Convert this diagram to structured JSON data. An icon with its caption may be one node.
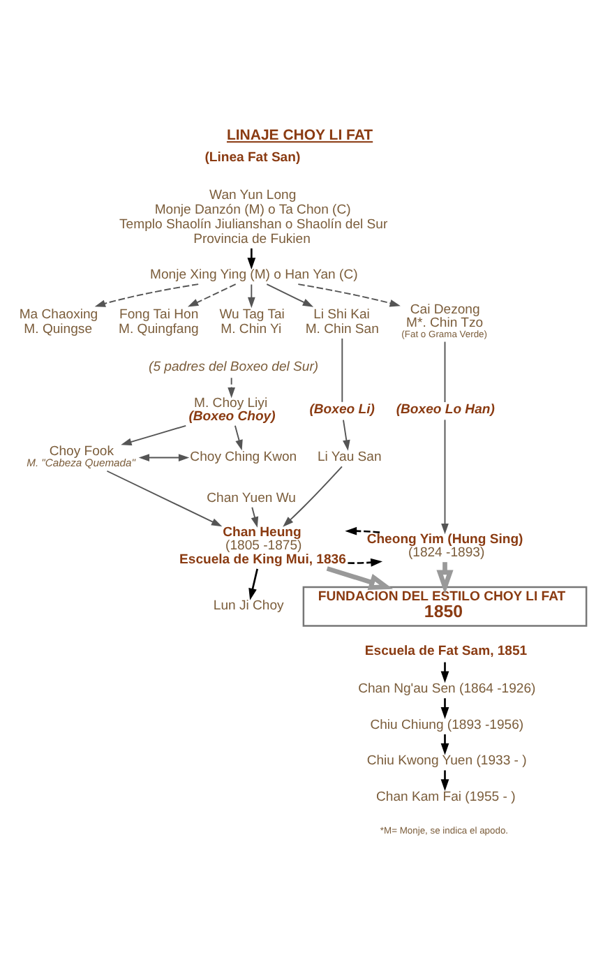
{
  "diagram": {
    "title": "LINAJE CHOY LI FAT",
    "nodes": [
      {
        "text": [
          "Wan Yun Long",
          "Monje Danzón (M) o Ta Chon (C)",
          "Templo Shaolín Jiulianshan o Shaolín del Sur",
          "Provincia de Fukien"
        ]
      },
      {
        "text": [
          "Monje Xing Ying (M) o Han Yan (C)"
        ]
      },
      {
        "text": [
          "Ma Chaoxing",
          "M. Quingse"
        ]
      },
      {
        "text": [
          "Fong Tai Hon",
          "M. Quingfang"
        ]
      },
      {
        "text": [
          "Wu Tag Tai",
          "M. Chin Yi"
        ]
      },
      {
        "text": [
          "Li Shi Kai",
          "M. Chin San"
        ]
      },
      {
        "text": [
          "Cai Dezong",
          "M*. Chin Tzo",
          "(Fat o Grama Verde)"
        ]
      },
      {
        "text": [
          "(5 padres del Boxeo del Sur)"
        ]
      },
      {
        "text": [
          "M. Choy Liyi",
          "(Boxeo Choy)"
        ]
      },
      {
        "text": [
          "(Boxeo Li)"
        ]
      },
      {
        "text": [
          "(Boxeo Lo Han)"
        ]
      },
      {
        "text": [
          "Choy Fook",
          "M. \"Cabeza Quemada\""
        ]
      },
      {
        "text": [
          "Choy Ching Kwon"
        ]
      },
      {
        "text": [
          "Li Yau San"
        ]
      },
      {
        "text": [
          "Chan Yuen Wu"
        ]
      },
      {
        "text": [
          "Chan Heung",
          "(1805 -1875)",
          "Escuela de King Mui, 1836"
        ]
      },
      {
        "text": [
          "Cheong Yim (Hung Sing)",
          "(1824 -1893)"
        ]
      },
      {
        "text": [
          "Lun Ji Choy"
        ]
      },
      {
        "text": [
          "FUNDACION DEL ESTILO CHOY LI FAT",
          "1850"
        ]
      },
      {
        "text": [
          "Escuela de Fat Sam, 1851"
        ]
      },
      {
        "text": [
          "Chan Ng'au Sen (1864 -1926)"
        ]
      },
      {
        "text": [
          "Chiu Chiung (1893 -1956)"
        ]
      },
      {
        "text": [
          "Chiu Kwong Yuen (1933 - )"
        ]
      },
      {
        "text": [
          "Chan Kam Fai (1955 - )"
        ]
      }
    ],
    "edges": [
      {
        "from": 0,
        "to": 1,
        "arrow": "to",
        "color": "#000000"
      },
      {
        "from": 1,
        "to": 2,
        "arrow": "to",
        "style": "dashed"
      },
      {
        "from": 1,
        "to": 3,
        "arrow": "to",
        "style": "dashed"
      },
      {
        "from": 1,
        "to": 4,
        "arrow": "to"
      },
      {
        "from": 1,
        "to": 5,
        "arrow": "to"
      },
      {
        "from": 1,
        "to": 6,
        "arrow": "to",
        "style": "dashed"
      },
      {
        "from": 5,
        "to": 9,
        "arrow": "none"
      },
      {
        "from": 6,
        "to": 10,
        "arrow": "none"
      },
      {
        "from": 7,
        "to": 8,
        "arrow": "to",
        "style": "dashed"
      },
      {
        "from": 8,
        "to": 11,
        "arrow": "to"
      },
      {
        "from": 8,
        "to": 12,
        "arrow": "to"
      },
      {
        "from": 11,
        "to": 12,
        "arrow": "both"
      },
      {
        "from": 9,
        "to": 13,
        "arrow": "to"
      },
      {
        "from": 10,
        "to": 16,
        "arrow": "to"
      },
      {
        "from": 11,
        "to": 15,
        "arrow": "to"
      },
      {
        "from": 14,
        "to": 15,
        "arrow": "to"
      },
      {
        "from": 13,
        "to": 15,
        "arrow": "to"
      },
      {
        "from": 15,
        "to": 16,
        "arrow": "to",
        "style": "dashed",
        "color": "#000000"
      },
      {
        "from": 16,
        "to": 15,
        "arrow": "to",
        "style": "dashed",
        "color": "#000000"
      },
      {
        "from": 15,
        "to": 17,
        "arrow": "to",
        "color": "#000000"
      },
      {
        "from": 15,
        "to": 18,
        "arrow": "to",
        "style": "thick",
        "color": "#999999"
      },
      {
        "from": 16,
        "to": 18,
        "arrow": "to",
        "style": "thick",
        "color": "#999999"
      },
      {
        "from": 19,
        "to": 20,
        "arrow": "to",
        "color": "#000000"
      },
      {
        "from": 20,
        "to": 21,
        "arrow": "to",
        "color": "#000000"
      },
      {
        "from": 21,
        "to": 22,
        "arrow": "to",
        "color": "#000000"
      },
      {
        "from": 22,
        "to": 23,
        "arrow": "to",
        "color": "#000000"
      }
    ],
    "labels": [
      "(Linea Fat San)",
      "*M= Monje, se indica el apodo."
    ]
  }
}
